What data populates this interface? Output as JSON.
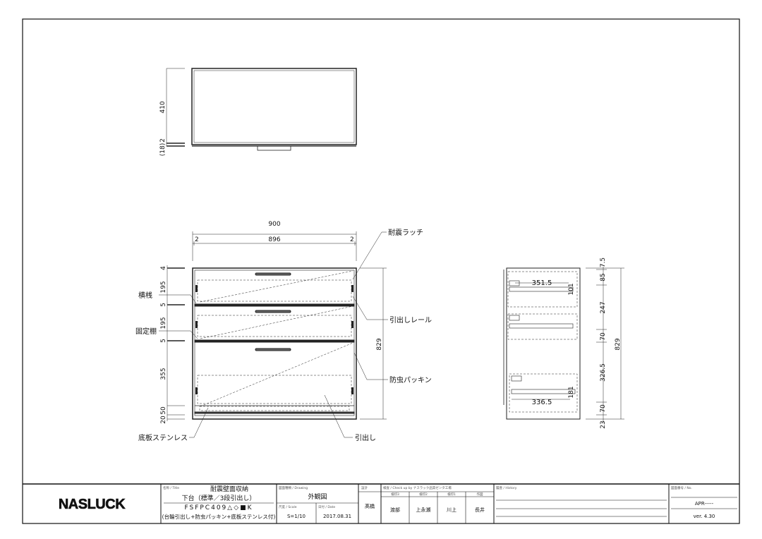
{
  "title_block": {
    "logo": "NASLUCK",
    "title_label": "名称 / Title",
    "title_line1": "耐震壁面収納",
    "title_line2": "下台（標準／3段引出し）",
    "model": "FSFPC409△◇■K",
    "note": "(台輪引出し+防虫パッキン+底板ステンレス付)",
    "drawing_label": "図面種類 / Drawing",
    "drawing_type": "外観図",
    "scale_label": "尺度 / Scale",
    "scale": "S=1/10",
    "date_label": "日付 / Date",
    "date": "2017.08.31",
    "design_label": "設計",
    "designer": "髙橋",
    "check_label": "検査 / Check up by ナスラック品質ゼンタ工場",
    "checkers": [
      {
        "label": "検印3",
        "name": "渡部"
      },
      {
        "label": "検印2",
        "name": "上永瀬"
      },
      {
        "label": "検印1",
        "name": "川上"
      },
      {
        "label": "作図",
        "name": "長井"
      }
    ],
    "history_label": "履歴 / History",
    "number_label": "図面番号 / No.",
    "number": "APR-----",
    "version": "ver. 4.30"
  },
  "top_view": {
    "depth": "410",
    "gap": "2",
    "base": "(18)"
  },
  "front_view": {
    "width_total": "900",
    "width_inner": "896",
    "side_left": "2",
    "side_right": "2",
    "height_total": "829",
    "heights": [
      "4",
      "195",
      "5",
      "195",
      "5",
      "355",
      "50",
      "20"
    ],
    "callouts": {
      "latch": "耐震ラッチ",
      "rail": "引出しレール",
      "packing": "防虫パッキン",
      "drawer": "引出し",
      "bottom": "底板ステンレス",
      "rail_bar": "横桟",
      "shelf": "固定棚"
    }
  },
  "side_view": {
    "dim_top_depth": "351.5",
    "dim_bottom_depth": "336.5",
    "rail_top": "101",
    "rail_bottom": "181",
    "heights": [
      "7.5",
      "85",
      "247",
      "70",
      "326.5",
      "70",
      "23"
    ],
    "height_total": "829"
  }
}
